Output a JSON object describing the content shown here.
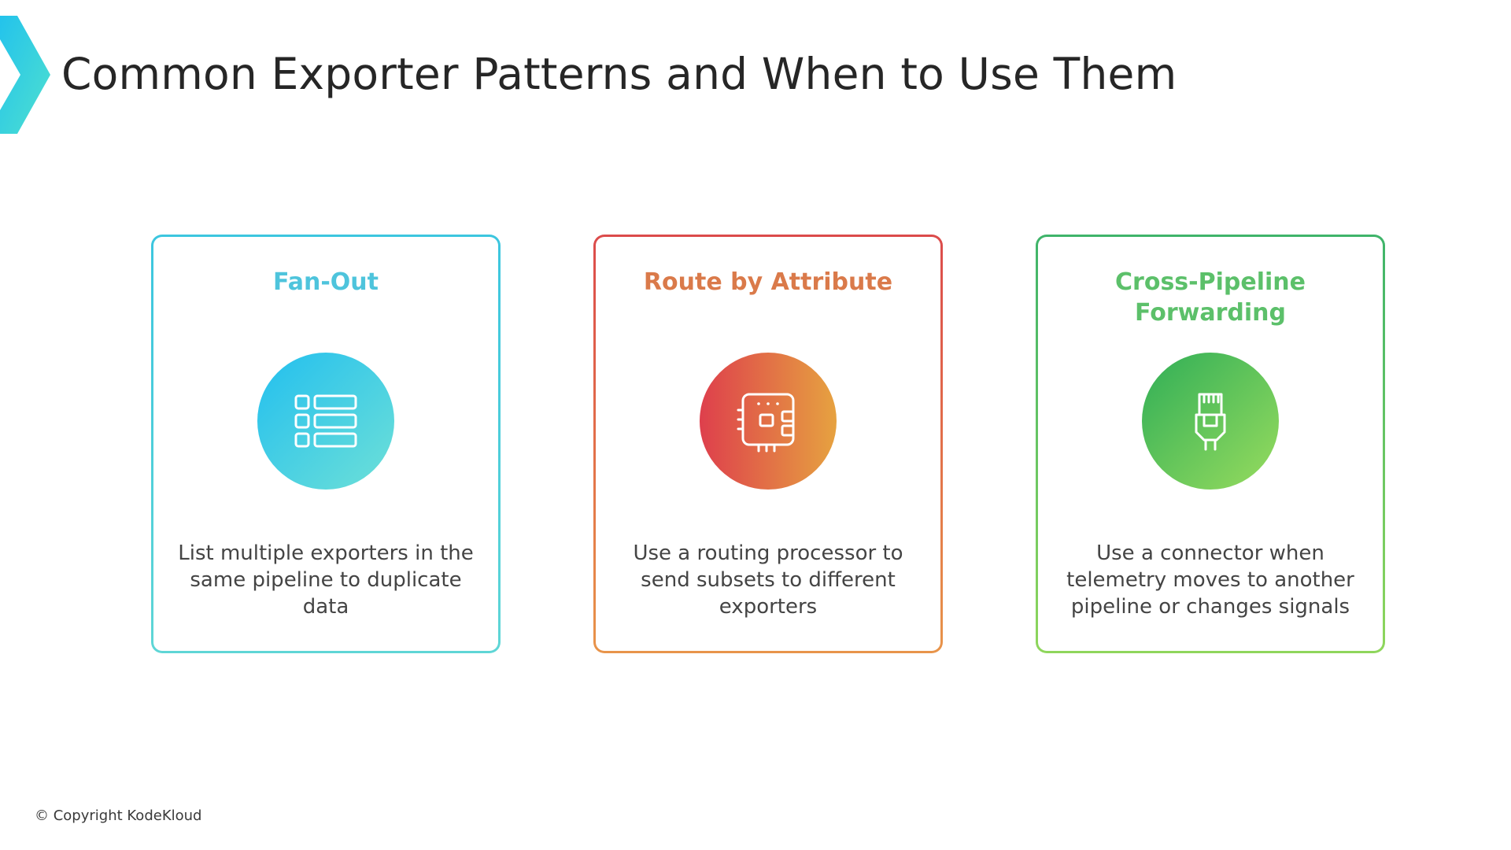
{
  "header": {
    "title": "Common Exporter Patterns and When to Use Them"
  },
  "colors": {
    "accent_chevron": "#29c6e8",
    "fan_out": "#4ec4dc",
    "route_by_attribute": "#da7a4a",
    "cross_pipeline": "#5cc06a"
  },
  "cards": [
    {
      "title": "Fan-Out",
      "icon": "list-icon",
      "description": "List multiple exporters in the same pipeline to duplicate data"
    },
    {
      "title": "Route by Attribute",
      "icon": "circuit-board-icon",
      "description": "Use a routing processor to send subsets to different exporters"
    },
    {
      "title": "Cross-Pipeline Forwarding",
      "icon": "ethernet-plug-icon",
      "description": "Use a connector when telemetry moves to another pipeline or changes signals"
    }
  ],
  "footer": {
    "copyright": "© Copyright KodeKloud"
  }
}
